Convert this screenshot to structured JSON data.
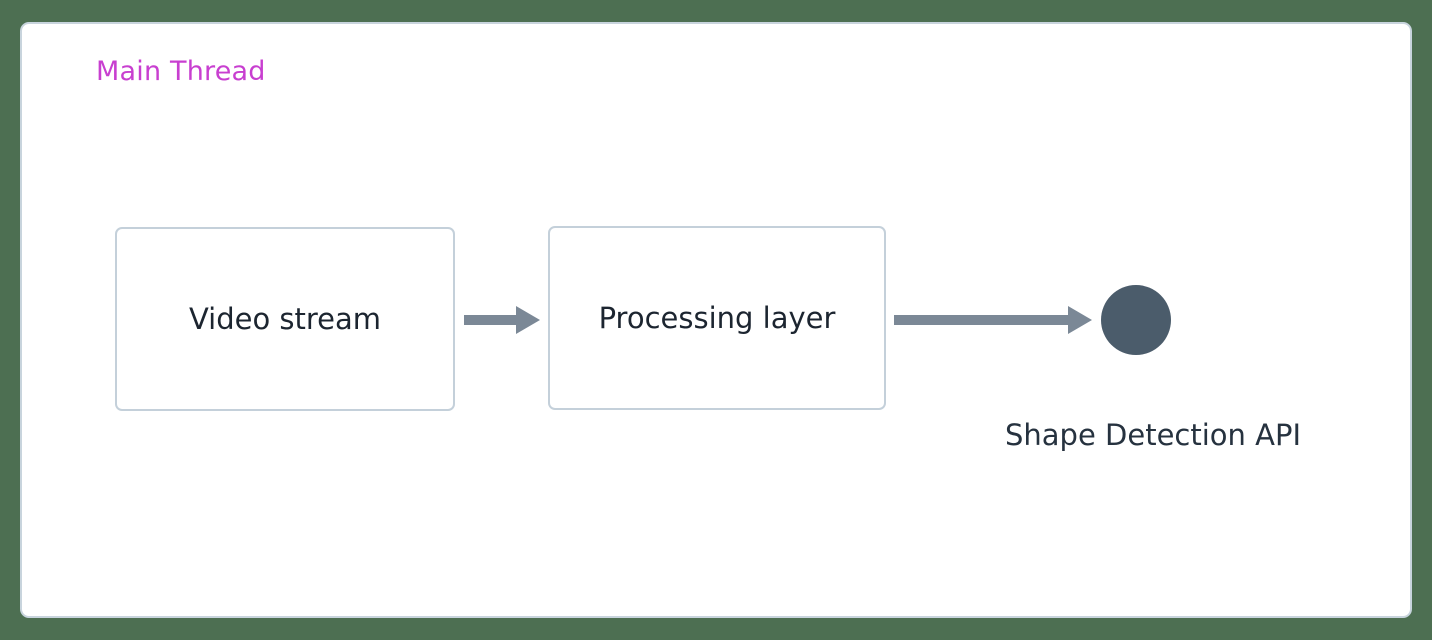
{
  "canvas": {
    "background_color": "#4d6f52",
    "panel_background": "#ffffff",
    "panel_border_color": "#c8d4dd"
  },
  "diagram": {
    "type": "flowchart",
    "direction": "left-to-right",
    "lane": {
      "title": "Main Thread",
      "title_color": "#c83fd0"
    },
    "nodes": [
      {
        "id": "video-stream",
        "label": "Video stream",
        "shape": "rounded-rectangle",
        "border_color": "#c4d0da",
        "fill": "#ffffff",
        "text_color": "#1c2530"
      },
      {
        "id": "processing-layer",
        "label": "Processing layer",
        "shape": "rounded-rectangle",
        "border_color": "#c4d0da",
        "fill": "#ffffff",
        "text_color": "#1c2530"
      },
      {
        "id": "shape-detection-api",
        "label": "Shape Detection API",
        "shape": "circle",
        "fill": "#4b5c6b",
        "text_color": "#26323f",
        "label_position": "below"
      }
    ],
    "edges": [
      {
        "id": "edge-video-to-processing",
        "from": "video-stream",
        "to": "processing-layer",
        "style": "solid-arrow",
        "color": "#7b8896"
      },
      {
        "id": "edge-processing-to-api",
        "from": "processing-layer",
        "to": "shape-detection-api",
        "style": "solid-arrow",
        "color": "#7b8896"
      }
    ]
  }
}
